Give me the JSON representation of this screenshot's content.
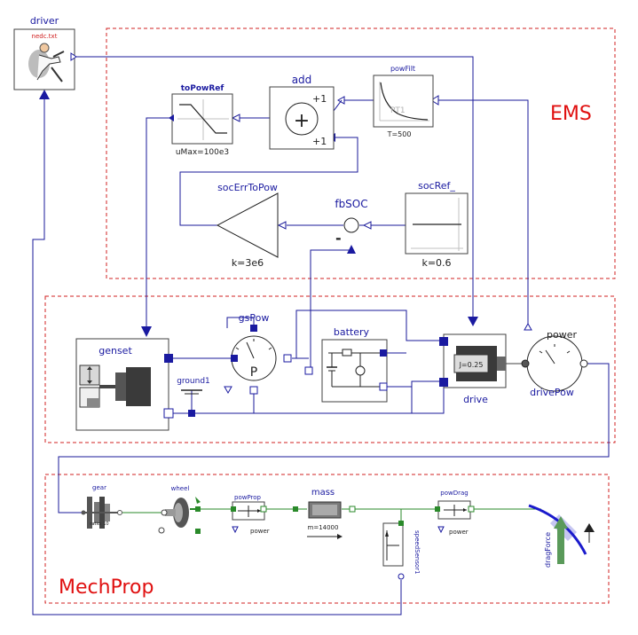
{
  "regions": {
    "ems": "EMS",
    "mechprop": "MechProp"
  },
  "driver": {
    "name": "driver",
    "file": "nedc.txt"
  },
  "ems": {
    "toPowRef": {
      "name": "toPowRef",
      "param": "uMax=100e3"
    },
    "add": {
      "name": "add",
      "k1": "+1",
      "k2": "+1"
    },
    "powFilt": {
      "name": "powFilt",
      "inner": "PT1",
      "param": "T=500"
    },
    "socErrToPow": {
      "name": "socErrToPow",
      "param": "k=3e6"
    },
    "fbSOC": {
      "name": "fbSOC",
      "minus": "-"
    },
    "socRef": {
      "name": "socRef_",
      "param": "k=0.6"
    }
  },
  "elec": {
    "genset": {
      "name": "genset"
    },
    "gsPow": {
      "name": "gsPow",
      "symbol": "P"
    },
    "battery": {
      "name": "battery"
    },
    "ground": {
      "name": "ground1"
    },
    "drive": {
      "name": "drive",
      "param": "J=0.25"
    },
    "power": {
      "name": "power"
    },
    "drivePow": {
      "name": "drivePow"
    }
  },
  "mech": {
    "gear": {
      "name": "gear",
      "param": "ratio: 10"
    },
    "wheel": {
      "name": "wheel"
    },
    "powProp": {
      "name": "powProp",
      "sub": "power"
    },
    "mass": {
      "name": "mass",
      "param": "m=14000"
    },
    "powDrag": {
      "name": "powDrag",
      "sub": "power"
    },
    "speedSensor": {
      "name": "speedSensor1"
    },
    "dragForce": {
      "name": "dragForce"
    }
  }
}
